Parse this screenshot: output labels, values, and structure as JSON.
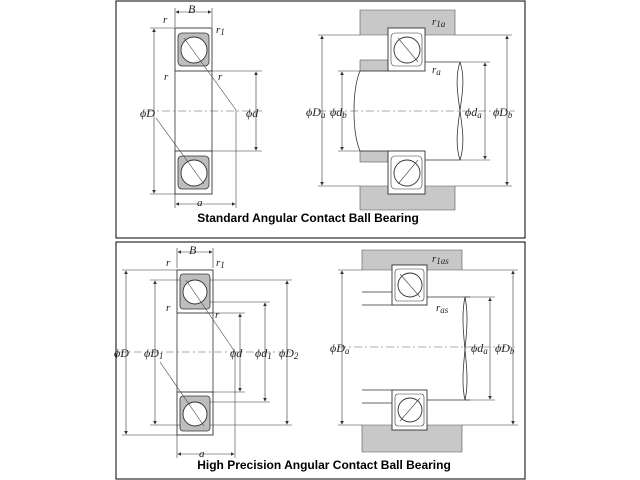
{
  "panels": [
    {
      "caption": "Standard Angular Contact Ball Bearing",
      "left_labels": {
        "B": "B",
        "r_top": "r",
        "r1": "r",
        "r1_sub": "1",
        "r_mid_left": "r",
        "r_mid_right": "r",
        "phiD": "ϕD",
        "phid": "ϕd",
        "a": "a"
      },
      "right_labels": {
        "r1a": "r",
        "r1a_sub": "1a",
        "ra": "r",
        "ra_sub": "a",
        "phiDa": "ϕD",
        "phiDa_sub": "a",
        "phidb": "ϕd",
        "phidb_sub": "b",
        "phida": "ϕd",
        "phida_sub": "a",
        "phiDb": "ϕD",
        "phiDb_sub": "b"
      }
    },
    {
      "caption": "High Precision Angular Contact Ball Bearing",
      "left_labels": {
        "B": "B",
        "r_top": "r",
        "r1": "r",
        "r1_sub": "1",
        "r_mid_left": "r",
        "r_mid_right": "r",
        "phiD": "ϕD",
        "phiD1": "ϕD",
        "phiD1_sub": "1",
        "phid": "ϕd",
        "phid1": "ϕd",
        "phid1_sub": "1",
        "phiD2": "ϕD",
        "phiD2_sub": "2",
        "a": "a"
      },
      "right_labels": {
        "r1as": "r",
        "r1as_sub": "1as",
        "ras": "r",
        "ras_sub": "as",
        "phiDa": "ϕD",
        "phiDa_sub": "a",
        "phida": "ϕd",
        "phida_sub": "a",
        "phiDb": "ϕD",
        "phiDb_sub": "b"
      }
    }
  ]
}
